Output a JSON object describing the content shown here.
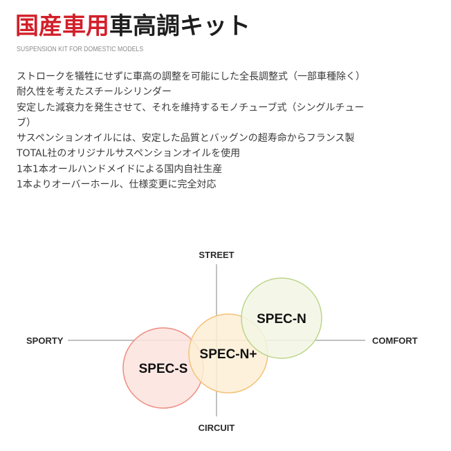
{
  "header": {
    "title_accent": "国産車用",
    "title_main": "車高調キット",
    "subtitle": "SUSPENSION KIT FOR DOMESTIC MODELS"
  },
  "features": [
    "ストロークを犠牲にせずに車高の調整を可能にした全長調整式（一部車種除く）",
    "耐久性を考えたスチールシリンダー",
    "安定した減衰力を発生させて、それを維持するモノチューブ式（シングルチュー",
    "ブ）",
    "サスペンションオイルには、安定した品質とバッグンの超寿命からフランス製",
    "TOTAL社のオリジナルサスペンションオイルを使用",
    "1本1本オールハンドメイドによる国内自社生産",
    "1本よりオーバーホール、仕様変更に完全対応"
  ],
  "diagram": {
    "axes": {
      "top": "STREET",
      "bottom": "CIRCUIT",
      "left": "SPORTY",
      "right": "COMFORT"
    },
    "specs": [
      {
        "label": "SPEC-S",
        "fill": "#fbe3de",
        "stroke": "#ef8a7f"
      },
      {
        "label": "SPEC-N+",
        "fill": "#fdeed5",
        "stroke": "#f4c278"
      },
      {
        "label": "SPEC-N",
        "fill": "#f2f6e4",
        "stroke": "#bcd58a"
      }
    ],
    "axis_color": "#9a9a9a"
  }
}
